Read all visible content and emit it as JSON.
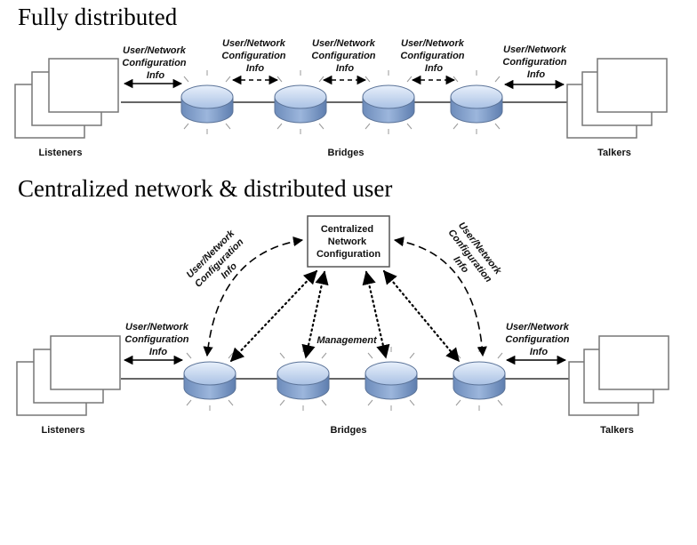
{
  "section1": {
    "title": "Fully distributed",
    "info_labels": [
      [
        "User/Network",
        "Configuration",
        "Info"
      ],
      [
        "User/Network",
        "Configuration",
        "Info"
      ],
      [
        "User/Network",
        "Configuration",
        "Info"
      ],
      [
        "User/Network",
        "Configuration",
        "Info"
      ],
      [
        "User/Network",
        "Configuration",
        "Info"
      ]
    ],
    "listeners": "Listeners",
    "bridges": "Bridges",
    "talkers": "Talkers"
  },
  "section2": {
    "title": "Centralized network &  distributed user",
    "central_box": [
      "Centralized",
      "Network",
      "Configuration"
    ],
    "left_diag_label": [
      "User/Network",
      "Configuration",
      "Info"
    ],
    "right_diag_label": [
      "User/Network",
      "Configuration",
      "Info"
    ],
    "left_info": [
      "User/Network",
      "Configuration",
      "Info"
    ],
    "right_info": [
      "User/Network",
      "Configuration",
      "Info"
    ],
    "management": "Management",
    "listeners": "Listeners",
    "bridges": "Bridges",
    "talkers": "Talkers"
  },
  "colors": {
    "bridge_light": "#d4e2f4",
    "bridge_dark": "#7f9fc9",
    "bridge_edge": "#5b7398"
  }
}
